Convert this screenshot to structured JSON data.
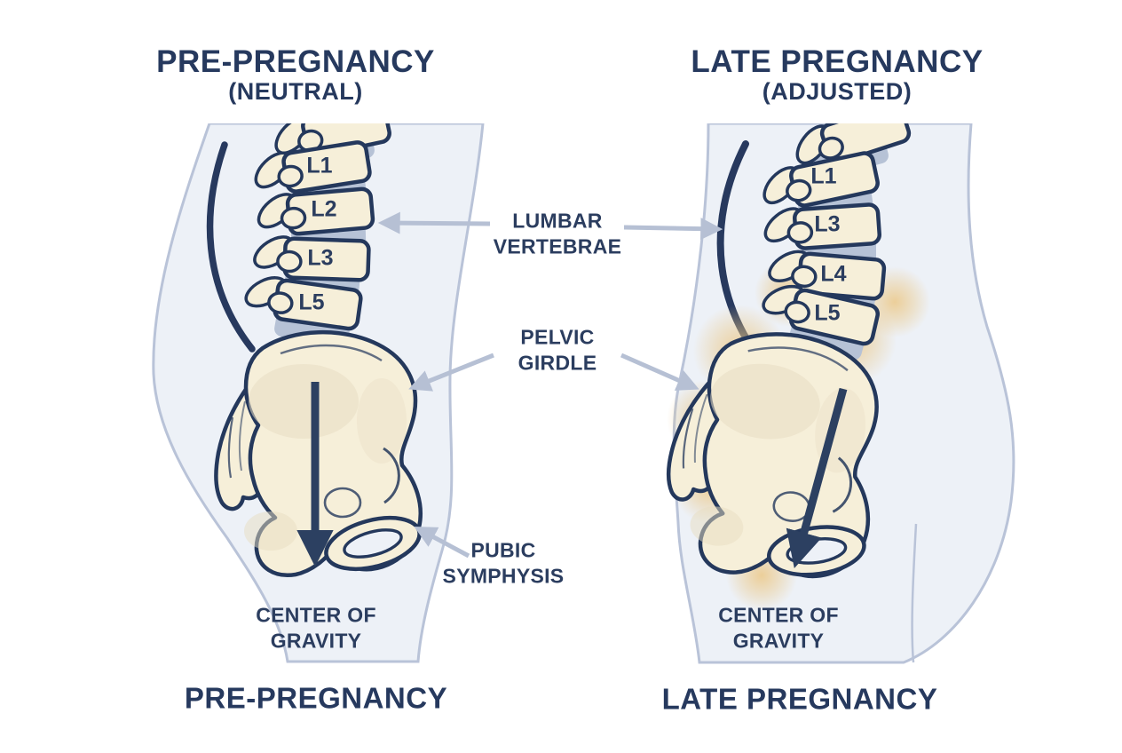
{
  "figure": {
    "description": "Side-by-side medical diagram comparing lumbar spine and pelvic posture before pregnancy and in late pregnancy"
  },
  "palette": {
    "navy_text": "#26395e",
    "bone_fill": "#f6efd9",
    "bone_outline": "#24385c",
    "disc_blue": "#b6c2d6",
    "body_fill": "#edf1f7",
    "body_outline": "#b9c3d8",
    "annotation_arrow_gray": "#b6c0d4",
    "gravity_arrow_navy": "#2c4061",
    "stress_glow_amber": "#ebc682"
  },
  "left_panel": {
    "title": "PRE-PREGNANCY",
    "subtitle": "(NEUTRAL)",
    "bottom_label": "PRE-PREGNANCY",
    "vertebrae": [
      "L1",
      "L2",
      "L3",
      "L5"
    ],
    "center_of_gravity": [
      "CENTER OF",
      "GRAVITY"
    ]
  },
  "right_panel": {
    "title": "LATE PREGNANCY",
    "subtitle": "(ADJUSTED)",
    "bottom_label": "LATE PREGNANCY",
    "vertebrae": [
      "L1",
      "L3",
      "L4",
      "L5"
    ],
    "center_of_gravity": [
      "CENTER OF",
      "GRAVITY"
    ]
  },
  "annotations": {
    "lumbar_vertebrae": [
      "LUMBAR",
      "VERTEBRAE"
    ],
    "pelvic_girdle": [
      "PELVIC",
      "GIRDLE"
    ],
    "pubic_symphysis": [
      "PUBIC",
      "SYMPHYSIS"
    ]
  }
}
